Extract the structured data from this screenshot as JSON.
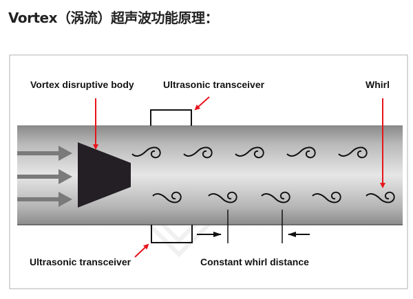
{
  "title": "Vortex（涡流）超声波功能原理：",
  "labels": {
    "vortex_body": "Vortex disruptive body",
    "transceiver_top": "Ultrasonic transceiver",
    "whirl": "Whirl",
    "transceiver_bottom": "Ultrasonic transceiver",
    "whirl_distance": "Constant whirl distance"
  },
  "colors": {
    "accent": "#e8141c",
    "body": "#231f25",
    "flow_arrow": "#7a7a7a"
  }
}
